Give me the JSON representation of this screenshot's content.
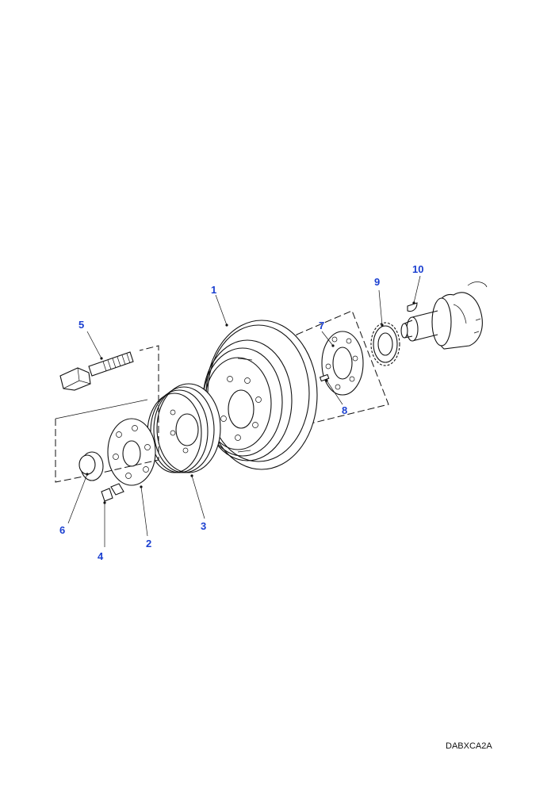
{
  "diagram": {
    "reference_code": "DABXCA2A",
    "callouts": [
      {
        "number": "1",
        "part": "damper-pulley"
      },
      {
        "number": "2",
        "part": "retaining-plate"
      },
      {
        "number": "3",
        "part": "belt-pulley"
      },
      {
        "number": "4",
        "part": "small-bolt"
      },
      {
        "number": "5",
        "part": "long-bolt"
      },
      {
        "number": "6",
        "part": "washer"
      },
      {
        "number": "7",
        "part": "hub"
      },
      {
        "number": "8",
        "part": "dowel-pin"
      },
      {
        "number": "9",
        "part": "sprocket"
      },
      {
        "number": "10",
        "part": "woodruff-key"
      }
    ],
    "colors": {
      "callout": "#1a3fd0",
      "line": "#111111",
      "background": "#ffffff"
    }
  }
}
